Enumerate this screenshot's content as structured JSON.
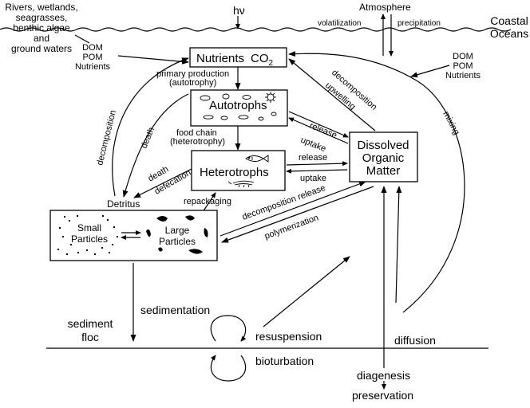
{
  "light_symbol": "hν",
  "atmosphere": {
    "title": "Atmosphere",
    "volatilization": "volatilization",
    "precipitation": "precipitation"
  },
  "sources_left": {
    "lines": [
      "Rivers, wetlands,",
      "seagrasses,",
      "benthic algae",
      "and",
      "ground waters"
    ],
    "inputs": [
      "DOM",
      "POM",
      "Nutrients"
    ]
  },
  "coastal_oceans": {
    "lines": [
      "Coastal",
      "Oceans"
    ],
    "inputs": [
      "DOM",
      "POM",
      "Nutrients"
    ]
  },
  "boxes": {
    "nutrients": {
      "label": "Nutrients",
      "co2_base": "CO",
      "co2_sub": "2"
    },
    "autotrophs": "Autotrophs",
    "heterotrophs": "Heterotrophs",
    "dom": [
      "Dissolved",
      "Organic",
      "Matter"
    ],
    "small_particles": [
      "Small",
      "Particles"
    ],
    "large_particles": [
      "Large",
      "Particles"
    ]
  },
  "labels": {
    "primary_production": "primary production",
    "autotrophy": "(autotrophy)",
    "food_chain": "food chain",
    "heterotrophy": "(heterotrophy)",
    "decomposition_left": "decomposition",
    "death_upper": "death",
    "death_lower": "death",
    "defecation": "defecation",
    "detritus": "Detritus",
    "repackaging": "repackaging",
    "release_auto": "release",
    "uptake_auto": "uptake",
    "release_hetero": "release",
    "uptake_hetero": "uptake",
    "decomposition_release": "decomposition release",
    "polymerization": "polymerization",
    "decomposition_upwelling_1": "decomposition",
    "decomposition_upwelling_2": "upwelling",
    "mixing": "mixing",
    "sedimentation": "sedimentation",
    "sediment_floc": [
      "sediment",
      "floc"
    ],
    "resuspension": "resuspension",
    "bioturbation": "bioturbation",
    "diffusion": "diffusion",
    "diagenesis": "diagenesis",
    "preservation": "preservation"
  }
}
